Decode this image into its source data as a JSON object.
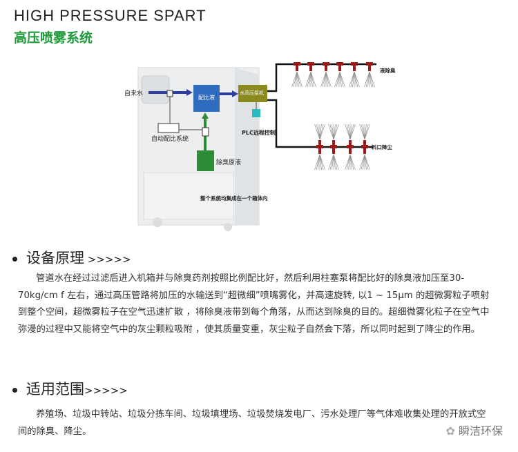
{
  "header": {
    "title_en": "HIGH PRESSURE SPART",
    "title_cn": "高压喷雾系统"
  },
  "diagram": {
    "tap_water": "自来水",
    "ratio_liquid": "配比液",
    "pump": "水高压泵机",
    "plc": "PLC远程控制",
    "auto_ratio": "自动配比系统",
    "deodorant": "除臭原液",
    "integrated": "整个系统均集成在一个箱体内",
    "branch_top": "液除臭",
    "branch_bottom": "料口降尘"
  },
  "section1": {
    "title": "设备原理",
    "arrows": " >>>>>",
    "text": "管道水在经过过滤后进入机箱并与除臭药剂按照比例配比好，然后利用柱塞泵将配比好的除臭液加压至30-70kg/cm f 左右，通过高压管路将加压的水输送到“超微细”喷嘴雾化，并高速旋转, 以1 ~ 15μm 的超微雾粒子喷射到整个空间，超微雾粒子在空气迅速扩散 ，将除臭液带到每个角落，从而达到除臭的目的。超细微雾化粒子在空气中弥漫的过程中又能将空气中的灰尘颗粒吸附 ，使其质量变重，灰尘粒子自然会下落，所以同时起到了降尘的作用。"
  },
  "section2": {
    "title": "适用范围",
    "arrows": ">>>>>",
    "text": "养殖场、垃圾中转站、垃圾分拣车间、垃圾填埋场、垃圾焚烧发电厂、污水处理厂等气体难收集处理的开放式空间的除臭、降尘。"
  },
  "watermark": "瞬洁环保"
}
